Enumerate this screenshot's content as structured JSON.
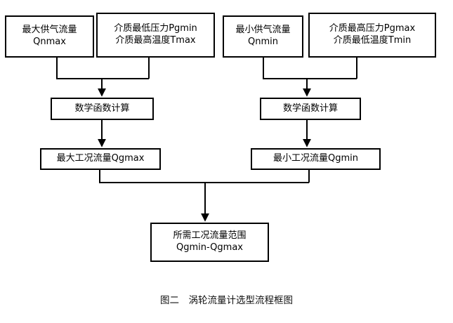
{
  "diagram": {
    "type": "flowchart",
    "caption": "图二　涡轮流量计选型流程框图",
    "colors": {
      "background": "#ffffff",
      "stroke": "#000000",
      "text": "#000000"
    },
    "nodes": {
      "qnmax": {
        "line1": "最大供气流量",
        "line2": "Qnmax"
      },
      "pgmin_tmax": {
        "line1": "介质最低压力Pgmin",
        "line2": "介质最高温度Tmax"
      },
      "qnmin": {
        "line1": "最小供气流量",
        "line2": "Qnmin"
      },
      "pgmax_tmin": {
        "line1": "介质最高压力Pgmax",
        "line2": "介质最低温度Tmin"
      },
      "calc_left": {
        "line1": "数学函数计算"
      },
      "calc_right": {
        "line1": "数学函数计算"
      },
      "qgmax": {
        "line1": "最大工况流量Qgmax"
      },
      "qgmin": {
        "line1": "最小工况流量Qgmin"
      },
      "result": {
        "line1": "所需工况流量范围",
        "line2": "Qgmin-Qgmax"
      }
    },
    "edges": [
      {
        "from": "qnmax",
        "to": "calc_left",
        "style": "elbow-merge"
      },
      {
        "from": "pgmin_tmax",
        "to": "calc_left",
        "style": "elbow-merge"
      },
      {
        "from": "qnmin",
        "to": "calc_right",
        "style": "elbow-merge"
      },
      {
        "from": "pgmax_tmin",
        "to": "calc_right",
        "style": "elbow-merge"
      },
      {
        "from": "calc_left",
        "to": "qgmax",
        "style": "straight-arrow"
      },
      {
        "from": "calc_right",
        "to": "qgmin",
        "style": "straight-arrow"
      },
      {
        "from": "qgmax",
        "to": "result",
        "style": "elbow-merge"
      },
      {
        "from": "qgmin",
        "to": "result",
        "style": "elbow-merge"
      }
    ]
  }
}
